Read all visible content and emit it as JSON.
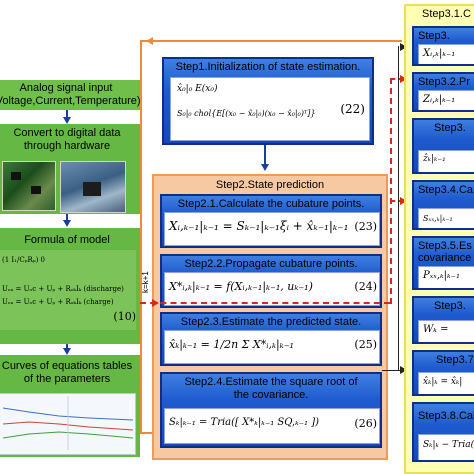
{
  "left": {
    "analog_title": "Analog signal input\n(Voltage,Current,Temperature)",
    "convert_title": "Convert to digital data\nthrough hardware",
    "formula_title": "Formula of model",
    "formula_lines": [
      "(1  I₁/CₚRₚ)     0",
      "Uₒₐ = Uₒc + Uₚ + RₒₖIₖ    (discharge)",
      "Uₒₐ = Uₒc + Uₚ + RₒₖIₖ    (charge)"
    ],
    "formula_number": "(10)",
    "curves_title": "Curves of equations tables\nof the parameters"
  },
  "step1": {
    "title": "Step1.Initialization of state estimation.",
    "eq_line1": "x̂₀|₀   E(x₀)",
    "eq_line2": "S₀|₀   chol{E[(x₀ − x̂₀|₀)(x₀ − x̂₀|₀)ᵀ]}",
    "number": "(22)"
  },
  "step2": {
    "title": "Step2.State prediction",
    "side_label": "k=k+1",
    "s21_title": "Step2.1.Calculate the cubature points.",
    "s21_eq": "Xᵢ,ₖ₋₁|ₖ₋₁ = Sₖ₋₁|ₖ₋₁ξᵢ + x̂ₖ₋₁|ₖ₋₁",
    "s21_num": "(23)",
    "s22_title": "Step2.2.Propagate cubature points.",
    "s22_eq": "X*ᵢ,ₖ|ₖ₋₁ = f(Xᵢ,ₖ₋₁|ₖ₋₁, uₖ₋₁)",
    "s22_num": "(24)",
    "s23_title": "Step2.3.Estimate the predicted state.",
    "s23_eq": "x̂ₖ|ₖ₋₁ = 1/2n Σ X*ᵢ,ₖ|ₖ₋₁",
    "s23_num": "(25)",
    "s24_title": "Step2.4.Estimate the square root of the covariance.",
    "s24_eq": "Sₖ|ₖ₋₁ = Tria([ X*ₖ|ₖ₋₁  SQ,ₖ₋₁ ])",
    "s24_num": "(26)"
  },
  "step3": {
    "header": "Step3.1.C",
    "items": [
      {
        "title": "Step3.",
        "eq": "Xᵢ,ₖ|ₖ₋₁"
      },
      {
        "title": "Step3.2.Pr",
        "eq": "Zᵢ,ₖ|ₖ₋₁"
      },
      {
        "title": "Step3.",
        "eq": "ẑₖ|ₖ₋₁"
      },
      {
        "title": "Step3.4.Ca",
        "eq": "Sₓₓ,ₖ|ₖ₋₁"
      },
      {
        "title": "Step3.5.Es\ncovariance",
        "eq": "Pₓₓ,ₖ|ₖ₋₁"
      },
      {
        "title": "Step3.",
        "eq": "Wₖ ="
      },
      {
        "title": "Step3.7.",
        "eq": "x̂ₖ|ₖ = x̂ₖ|"
      },
      {
        "title": "Step3.8.Calc",
        "eq": "Sₖ|ₖ − Tria("
      }
    ]
  },
  "colors": {
    "green": "#66b845",
    "blue": "#1f5cd0",
    "orange_region": "#f6c9a3",
    "yellow_region": "#ffffb3",
    "red_line": "#d8281c"
  }
}
